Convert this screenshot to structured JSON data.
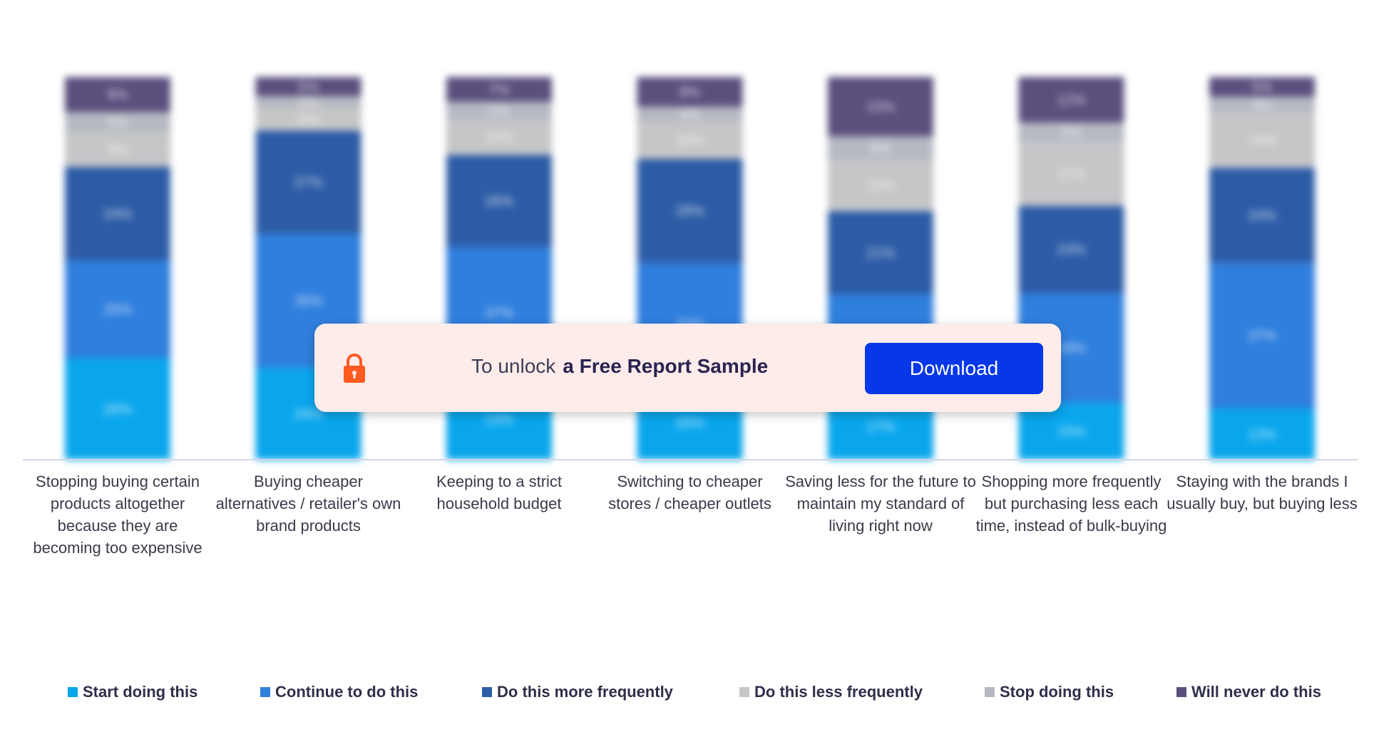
{
  "chart_data": {
    "type": "bar",
    "stacked": true,
    "categories": [
      "Stopping buying certain products altogether because they are becoming too expensive",
      "Buying cheaper alternatives / retailer's own brand products",
      "Keeping to a strict household budget",
      "Switching to cheaper stores / cheaper outlets",
      "Saving less for the future to maintain my standard of living right now",
      "Shopping more frequently but purchasing less each time, instead of bulk-buying",
      "Staying with the brands I usually buy, but buying less"
    ],
    "series": [
      {
        "name": "Start doing this",
        "color": "#0aa6ec",
        "values": [
          26,
          24,
          23,
          20,
          17,
          15,
          13
        ]
      },
      {
        "name": "Continue to do this",
        "color": "#2f7fdd",
        "values": [
          25,
          35,
          37,
          33,
          25,
          29,
          37
        ]
      },
      {
        "name": "Do this more frequently",
        "color": "#2d5ca6",
        "values": [
          24,
          27,
          26,
          28,
          21,
          23,
          24
        ]
      },
      {
        "name": "Do this less frequently",
        "color": "#c6c6c8",
        "values": [
          9,
          6,
          10,
          10,
          13,
          17,
          14
        ]
      },
      {
        "name": "Stop doing this",
        "color": "#b5b9c2",
        "values": [
          5,
          3,
          5,
          4,
          6,
          5,
          4
        ]
      },
      {
        "name": "Will never do this",
        "color": "#5b4f7e",
        "values": [
          9,
          5,
          7,
          8,
          15,
          12,
          5
        ]
      }
    ],
    "ylim": [
      0,
      100
    ],
    "legend_position": "bottom"
  },
  "overlay": {
    "text_prefix": "To unlock",
    "text_bold": "a Free Report Sample",
    "button_label": "Download",
    "icon": "lock-icon",
    "accent_color": "#ff5a1f",
    "button_color": "#0637e8"
  }
}
